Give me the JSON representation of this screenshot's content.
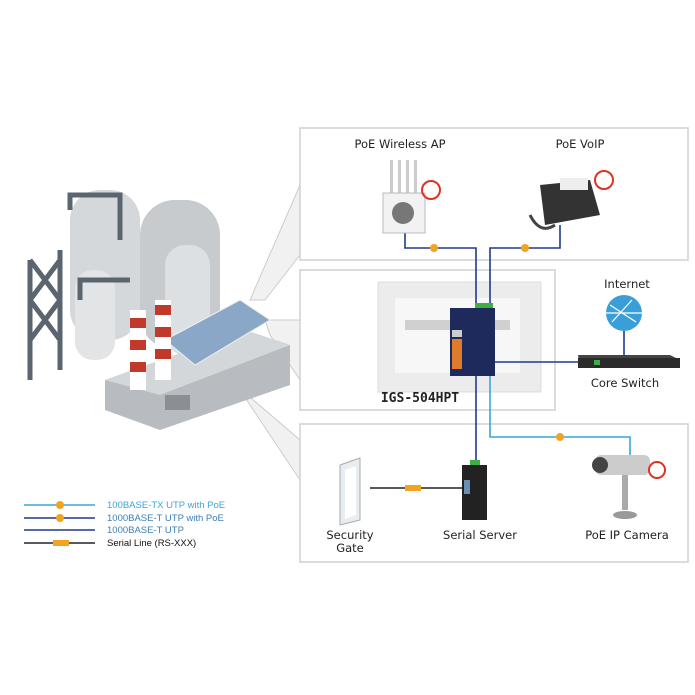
{
  "devices": {
    "wireless_ap": "PoE Wireless AP",
    "voip": "PoE VoIP",
    "internet": "Internet",
    "core_switch": "Core Switch",
    "switch_model": "IGS-504HPT",
    "security_gate_line1": "Security",
    "security_gate_line2": "Gate",
    "serial_server": "Serial Server",
    "ip_camera": "PoE IP Camera"
  },
  "legend": [
    {
      "label": "100BASE-TX UTP with PoE",
      "color": "#3aa7d6",
      "marker": "poe-dot"
    },
    {
      "label": "1000BASE-T UTP with PoE",
      "color": "#1f3a8a",
      "marker": "poe-dot"
    },
    {
      "label": "1000BASE-T UTP",
      "color": "#1f3a8a",
      "marker": "none"
    },
    {
      "label": "Serial Line (RS-XXX)",
      "color": "#222222",
      "marker": "serial-tag"
    }
  ],
  "colors": {
    "light_blue": "#3aa7d6",
    "dark_blue": "#1f3a8a",
    "poe_orange": "#f2a322",
    "panel_border": "#d0d0d0"
  }
}
